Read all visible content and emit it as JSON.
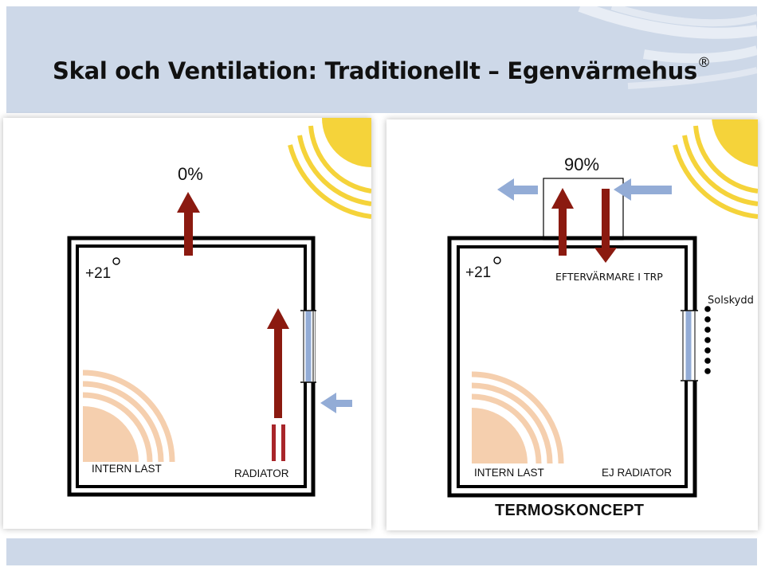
{
  "title": "Skal och Ventilation: Traditionellt – Egenvärmehus",
  "title_mark": "®",
  "left_panel": {
    "percent": "0%",
    "temperature": "+21",
    "internal_load": "INTERN LAST",
    "radiator": "RADIATOR"
  },
  "right_panel": {
    "percent": "90%",
    "temperature": "+21",
    "after_heater": "EFTERVÄRMARE  I TRP",
    "sun_shade": "Solskydd",
    "internal_load": "INTERN LAST",
    "no_radiator": "EJ RADIATOR",
    "concept": "TERMOSKONCEPT"
  },
  "colors": {
    "header_band": "#cdd8e8",
    "warm_arrow": "#8b1a10",
    "cool_arrow": "#93acd6",
    "sun": "#f5d33a",
    "internal_heat": "#f5cfae"
  },
  "icons": [
    "sun-icon",
    "heat-waves-icon",
    "degree-icon"
  ]
}
